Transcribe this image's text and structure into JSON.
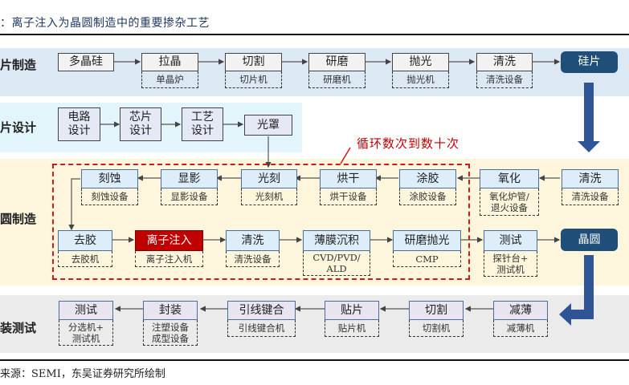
{
  "title": "：离子注入为晶圆制造中的重要掺杂工艺",
  "source": "来源：SEMI，东吴证券研究所绘制",
  "loop_label": "循环数次到数十次",
  "stages": {
    "silicon": "片制造",
    "design": "片设计",
    "wafer": "圆制造",
    "packaging": "装测试"
  },
  "silicon_row": [
    {
      "label": "多晶硅",
      "equipment": ""
    },
    {
      "label": "拉晶",
      "equipment": "单晶炉"
    },
    {
      "label": "切割",
      "equipment": "切片机"
    },
    {
      "label": "研磨",
      "equipment": "研磨机"
    },
    {
      "label": "抛光",
      "equipment": "抛光机"
    },
    {
      "label": "清洗",
      "equipment": "清洗设备"
    },
    {
      "label": "硅片",
      "equipment": ""
    }
  ],
  "design_row": [
    {
      "label1": "电路",
      "label2": "设计"
    },
    {
      "label1": "芯片",
      "label2": "设计"
    },
    {
      "label1": "工艺",
      "label2": "设计"
    },
    {
      "label1": "光罩",
      "label2": ""
    }
  ],
  "wafer_top_row": [
    {
      "label": "刻蚀",
      "equipment": "刻蚀设备"
    },
    {
      "label": "显影",
      "equipment": "显影设备"
    },
    {
      "label": "光刻",
      "equipment": "光刻机"
    },
    {
      "label": "烘干",
      "equipment": "烘干设备"
    },
    {
      "label": "涂胶",
      "equipment": "涂胶设备"
    },
    {
      "label": "氧化",
      "equipment1": "氧化炉管/",
      "equipment2": "退火设备"
    },
    {
      "label": "清洗",
      "equipment": "清洗设备"
    }
  ],
  "wafer_bottom_row": [
    {
      "label": "去胶",
      "equipment": "去胶机"
    },
    {
      "label": "离子注入",
      "equipment": "离子注入机"
    },
    {
      "label": "清洗",
      "equipment": "清洗设备"
    },
    {
      "label": "薄膜沉积",
      "equipment1": "CVD/PVD/",
      "equipment2": "ALD"
    },
    {
      "label": "研磨抛光",
      "equipment": "CMP"
    },
    {
      "label": "测试",
      "equipment1": "探针台+",
      "equipment2": "测试机"
    },
    {
      "label": "晶圆",
      "equipment": ""
    }
  ],
  "packaging_row": [
    {
      "label": "测试",
      "equipment1": "分选机+",
      "equipment2": "测试机"
    },
    {
      "label": "封装",
      "equipment1": "注塑设备",
      "equipment2": "成型设备"
    },
    {
      "label": "引线键合",
      "equipment": "引线键合机"
    },
    {
      "label": "贴片",
      "equipment": "贴片机"
    },
    {
      "label": "切割",
      "equipment": "切割机"
    },
    {
      "label": "减薄",
      "equipment": "减薄机"
    }
  ],
  "colors": {
    "highlight": "#c00000",
    "output_box": "#1f4e79",
    "flow_arrow": "#2f5597",
    "loop_border": "#d0191c"
  }
}
